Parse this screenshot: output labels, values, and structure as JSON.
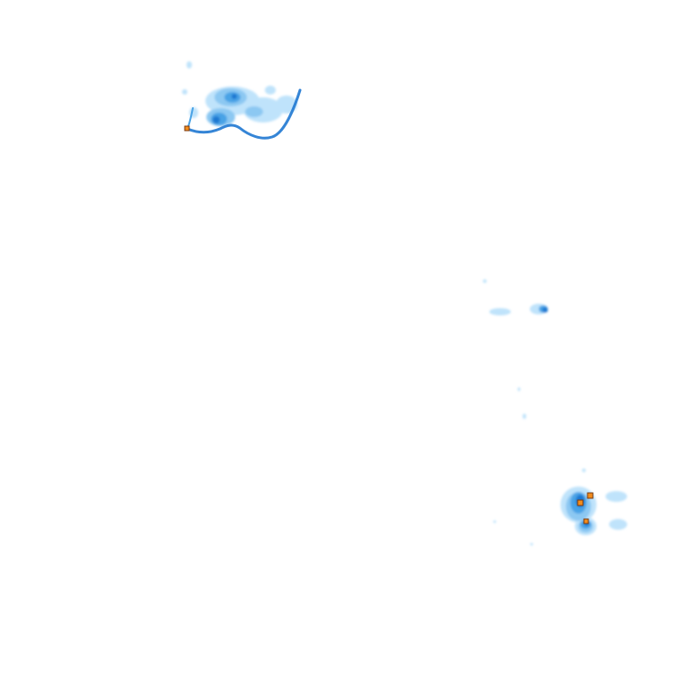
{
  "map": {
    "background_color": "#ffffff",
    "layer": "precipitation-intensity",
    "color_scale": {
      "very_light": "#bfe3fb",
      "light": "#8cc8f2",
      "moderate": "#4aa3e6",
      "heavy": "#1f78d1",
      "very_heavy": "#0b4fa8",
      "extreme_fill": "#f28c1c",
      "extreme_outline": "#7a3a10"
    },
    "echo_clusters": [
      {
        "name": "northwest-cluster",
        "peak_intensity": "extreme"
      },
      {
        "name": "central-east-cluster",
        "peak_intensity": "heavy"
      },
      {
        "name": "southeast-cluster",
        "peak_intensity": "extreme"
      }
    ]
  }
}
